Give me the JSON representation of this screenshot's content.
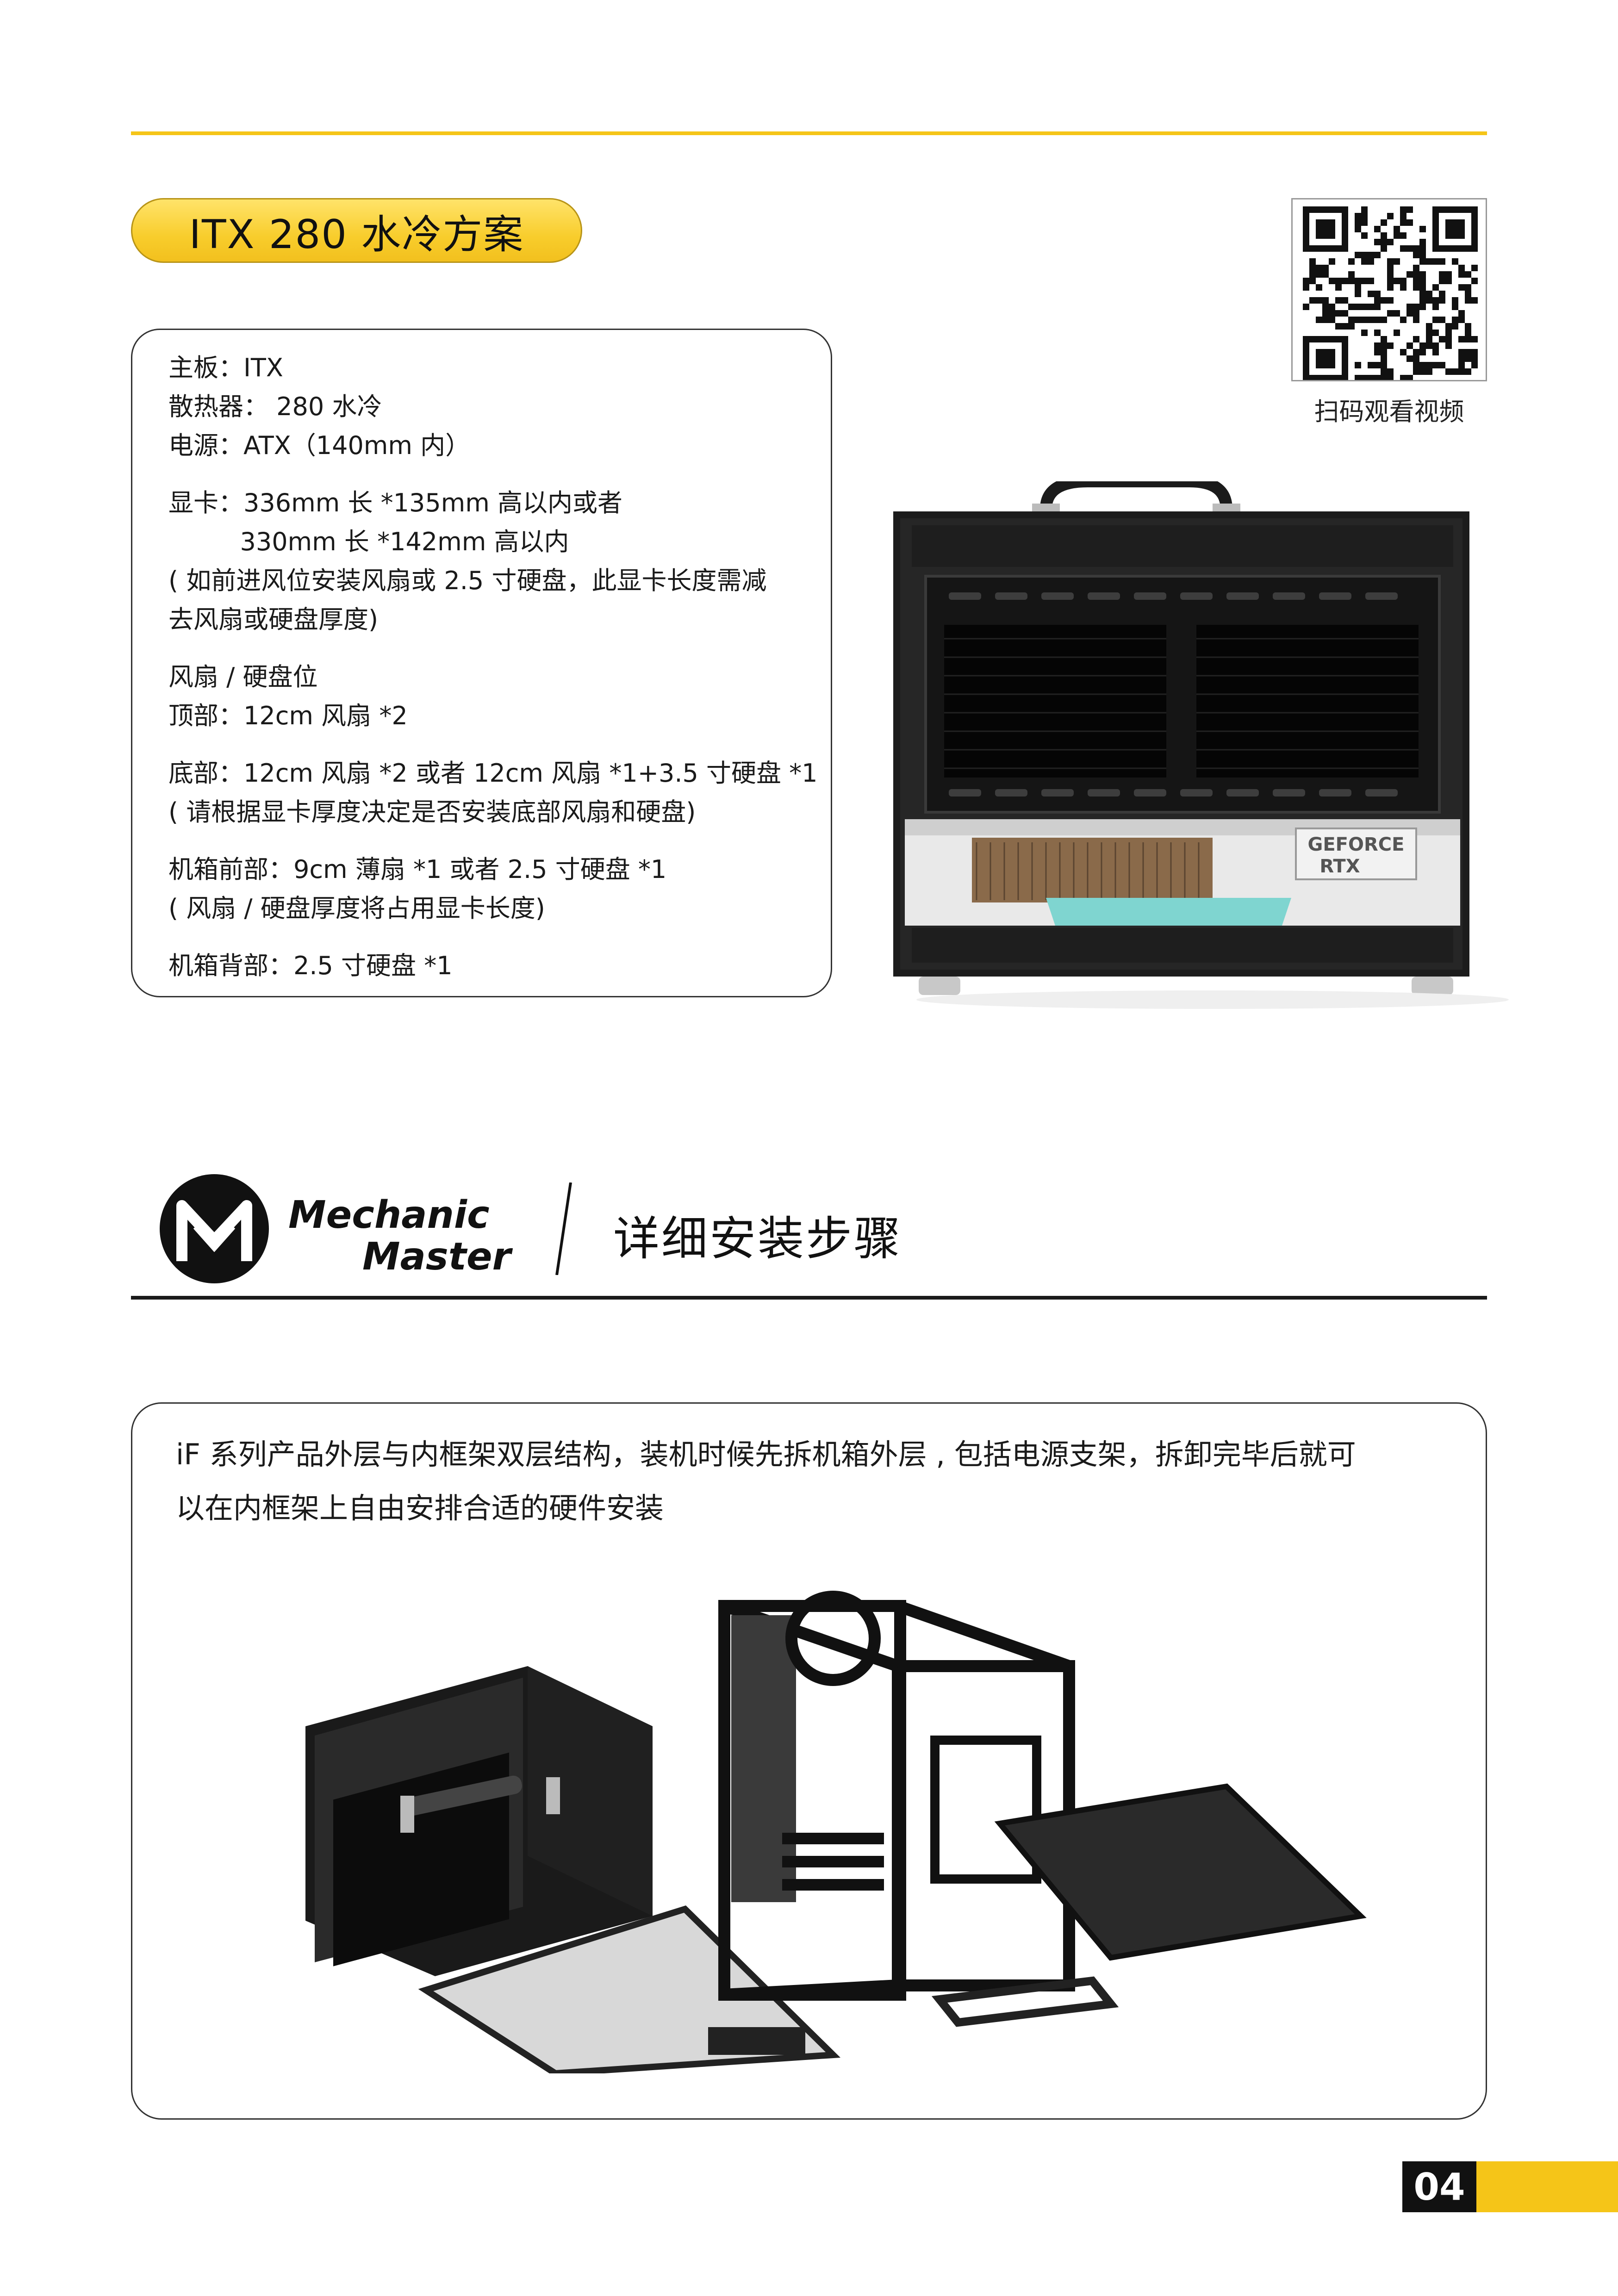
{
  "header": {
    "title": "ITX 280 水冷方案"
  },
  "specs": {
    "lines": [
      "主板：ITX",
      "散热器： 280 水冷",
      "电源：ATX（140mm 内）",
      "",
      "显卡：336mm 长 *135mm 高以内或者",
      "         330mm 长 *142mm 高以内",
      "( 如前进风位安装风扇或 2.5 寸硬盘，此显卡长度需减",
      "去风扇或硬盘厚度)",
      "",
      "风扇 / 硬盘位",
      "顶部：12cm 风扇 *2",
      "",
      "底部：12cm 风扇 *2 或者 12cm 风扇 *1+3.5 寸硬盘 *1",
      "( 请根据显卡厚度决定是否安装底部风扇和硬盘)",
      "",
      "机箱前部：9cm 薄扇 *1 或者 2.5 寸硬盘 *1",
      "( 风扇 / 硬盘厚度将占用显卡长度)",
      "",
      "机箱背部：2.5 寸硬盘 *1"
    ]
  },
  "qr": {
    "caption": "扫码观看视频"
  },
  "product_photo": {
    "gpu_brand_line1": "GEFORCE",
    "gpu_brand_line2": "RTX"
  },
  "brand": {
    "line1": "Mechanic",
    "line2": "Master"
  },
  "section": {
    "title": "详细安装步骤"
  },
  "install": {
    "text_line1": "iF 系列产品外层与内框架双层结构，装机时候先拆机箱外层 , 包括电源支架，拆卸完毕后就可",
    "text_line2": "以在内框架上自由安排合适的硬件安装"
  },
  "footer": {
    "page_number": "04"
  },
  "colors": {
    "accent": "#f5c518",
    "dark": "#111111"
  }
}
